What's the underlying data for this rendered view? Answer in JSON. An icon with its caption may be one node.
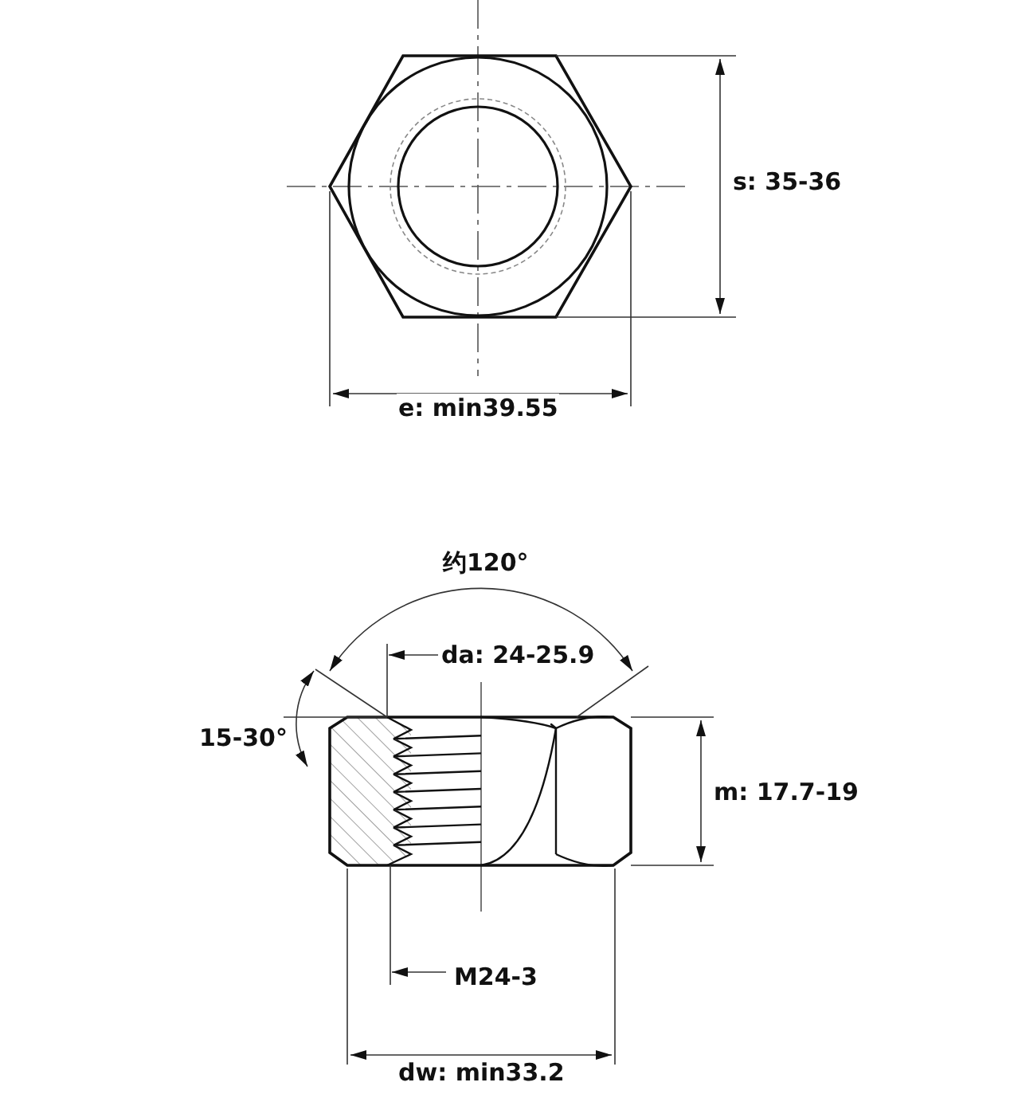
{
  "diagram": {
    "labels": [
      "s: 35-36",
      "e: min39.55",
      "约120°",
      "da: 24-25.9",
      "15-30°",
      "m: 17.7-19",
      "M24-3",
      "dw: min33.2"
    ]
  }
}
